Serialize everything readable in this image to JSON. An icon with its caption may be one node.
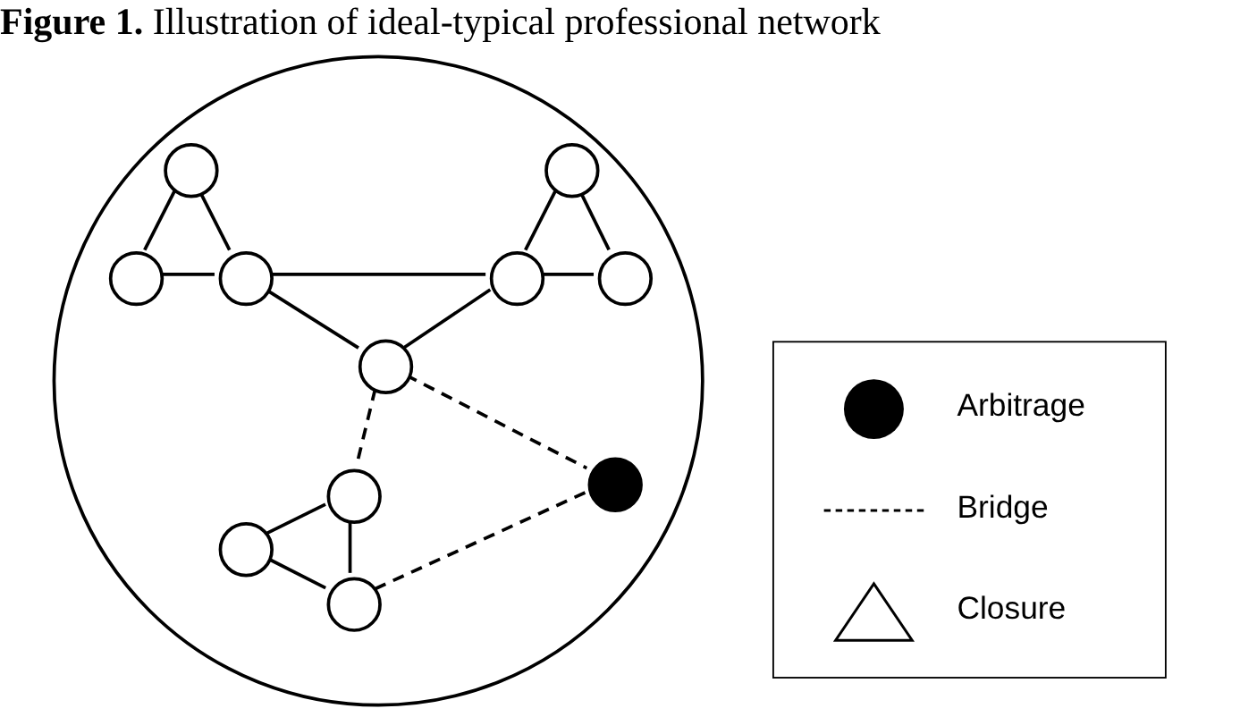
{
  "diagram": {
    "title": "**Figure 1.** Illustration of ideal-typical professional network",
    "nodes": [
      {
        "text": [],
        "shape": "circle"
      },
      {
        "text": [],
        "shape": "circle",
        "in": 0
      },
      {
        "text": [],
        "shape": "circle",
        "in": 0
      },
      {
        "text": [],
        "shape": "circle",
        "in": 0
      },
      {
        "text": [],
        "shape": "circle",
        "in": 0
      },
      {
        "text": [],
        "shape": "circle",
        "in": 0
      },
      {
        "text": [],
        "shape": "circle",
        "in": 0
      },
      {
        "text": [],
        "shape": "circle",
        "in": 0
      },
      {
        "text": [],
        "shape": "circle",
        "in": 0
      },
      {
        "text": [],
        "shape": "circle",
        "in": 0
      },
      {
        "text": [],
        "shape": "circle",
        "in": 0
      },
      {
        "text": [],
        "shape": "circle",
        "in": 0
      }
    ],
    "edges": [
      {
        "from": 1,
        "to": 3,
        "arrow": "none"
      },
      {
        "from": 1,
        "to": 4,
        "arrow": "none"
      },
      {
        "from": 3,
        "to": 4,
        "arrow": "none"
      },
      {
        "from": 4,
        "to": 5,
        "arrow": "none"
      },
      {
        "from": 2,
        "to": 5,
        "arrow": "none"
      },
      {
        "from": 2,
        "to": 6,
        "arrow": "none"
      },
      {
        "from": 5,
        "to": 6,
        "arrow": "none"
      },
      {
        "from": 4,
        "to": 7,
        "arrow": "none"
      },
      {
        "from": 5,
        "to": 7,
        "arrow": "none"
      },
      {
        "from": 7,
        "to": 9,
        "arrow": "none",
        "style": "dashed"
      },
      {
        "from": 7,
        "to": 8,
        "arrow": "none",
        "style": "dashed"
      },
      {
        "from": 9,
        "to": 10,
        "arrow": "none"
      },
      {
        "from": 9,
        "to": 11,
        "arrow": "none"
      },
      {
        "from": 10,
        "to": 11,
        "arrow": "none"
      },
      {
        "from": 11,
        "to": 8,
        "arrow": "none",
        "style": "dashed"
      }
    ],
    "legend": [
      {
        "text": "Arbitrage"
      },
      {
        "text": "Bridge"
      },
      {
        "text": "Closure"
      }
    ]
  }
}
